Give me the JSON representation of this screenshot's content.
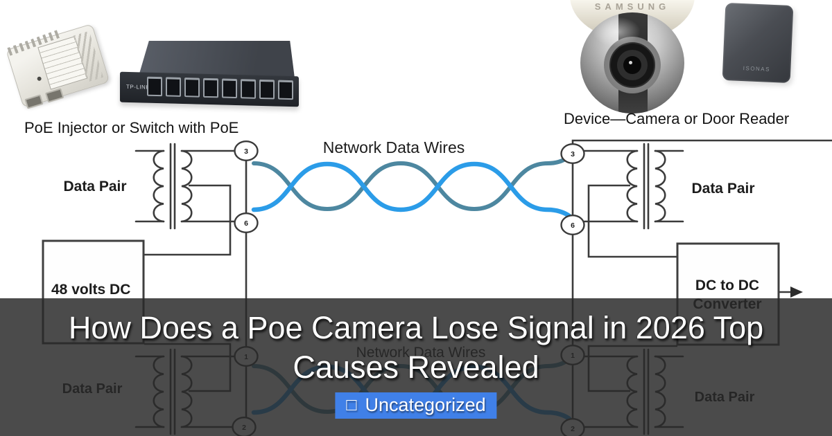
{
  "captions": {
    "poe_source": "PoE Injector or Switch with PoE",
    "device": "Device—Camera or Door Reader"
  },
  "devices": {
    "switch_brand": "TP-LINK",
    "camera_brand": "SAMSUNG",
    "reader_brand": "ISONAS"
  },
  "diagram": {
    "network_wires_label": "Network Data Wires",
    "data_pair_label": "Data Pair",
    "power_box_label": "48 volts DC",
    "converter_line1": "DC to DC",
    "converter_line2": "Converter",
    "pins": {
      "top": [
        "3",
        "6"
      ],
      "bottom": [
        "1",
        "2"
      ]
    },
    "wire_colors": {
      "blue": "#2b9ce8",
      "teal": "#4d87a0"
    },
    "line_color": "#3b3b3b"
  },
  "overlay": {
    "title": "How Does a Poe Camera Lose Signal in 2026 Top Causes Revealed",
    "badge": {
      "icon_char": "□",
      "label": "Uncategorized",
      "color": "#4080e8"
    }
  }
}
